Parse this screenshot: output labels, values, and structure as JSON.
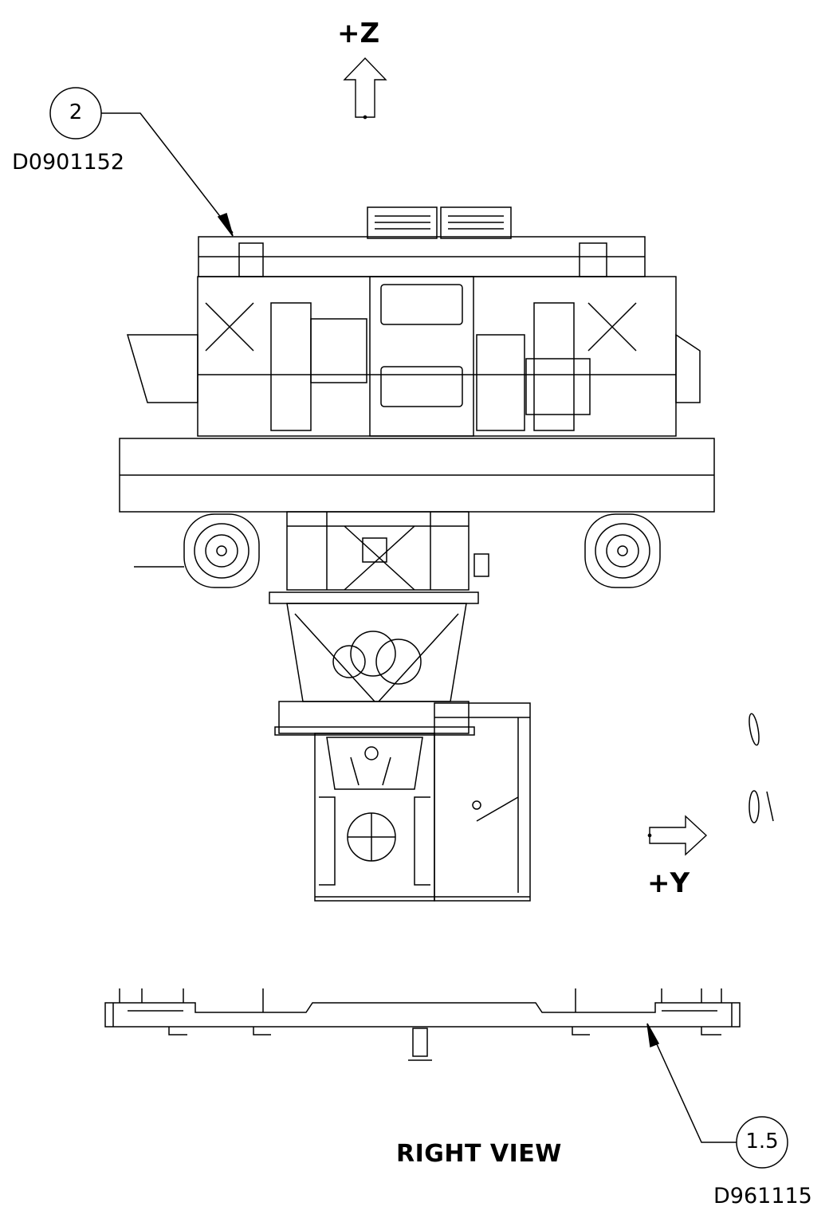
{
  "axes": {
    "z_label": "+Z",
    "y_label": "+Y"
  },
  "balloons": [
    {
      "item": "2",
      "doc_number": "D0901152"
    },
    {
      "item": "1.5",
      "doc_number": "D961115"
    }
  ],
  "view": {
    "title": "RIGHT VIEW"
  },
  "colors": {
    "line": "#000000",
    "background": "#ffffff"
  }
}
